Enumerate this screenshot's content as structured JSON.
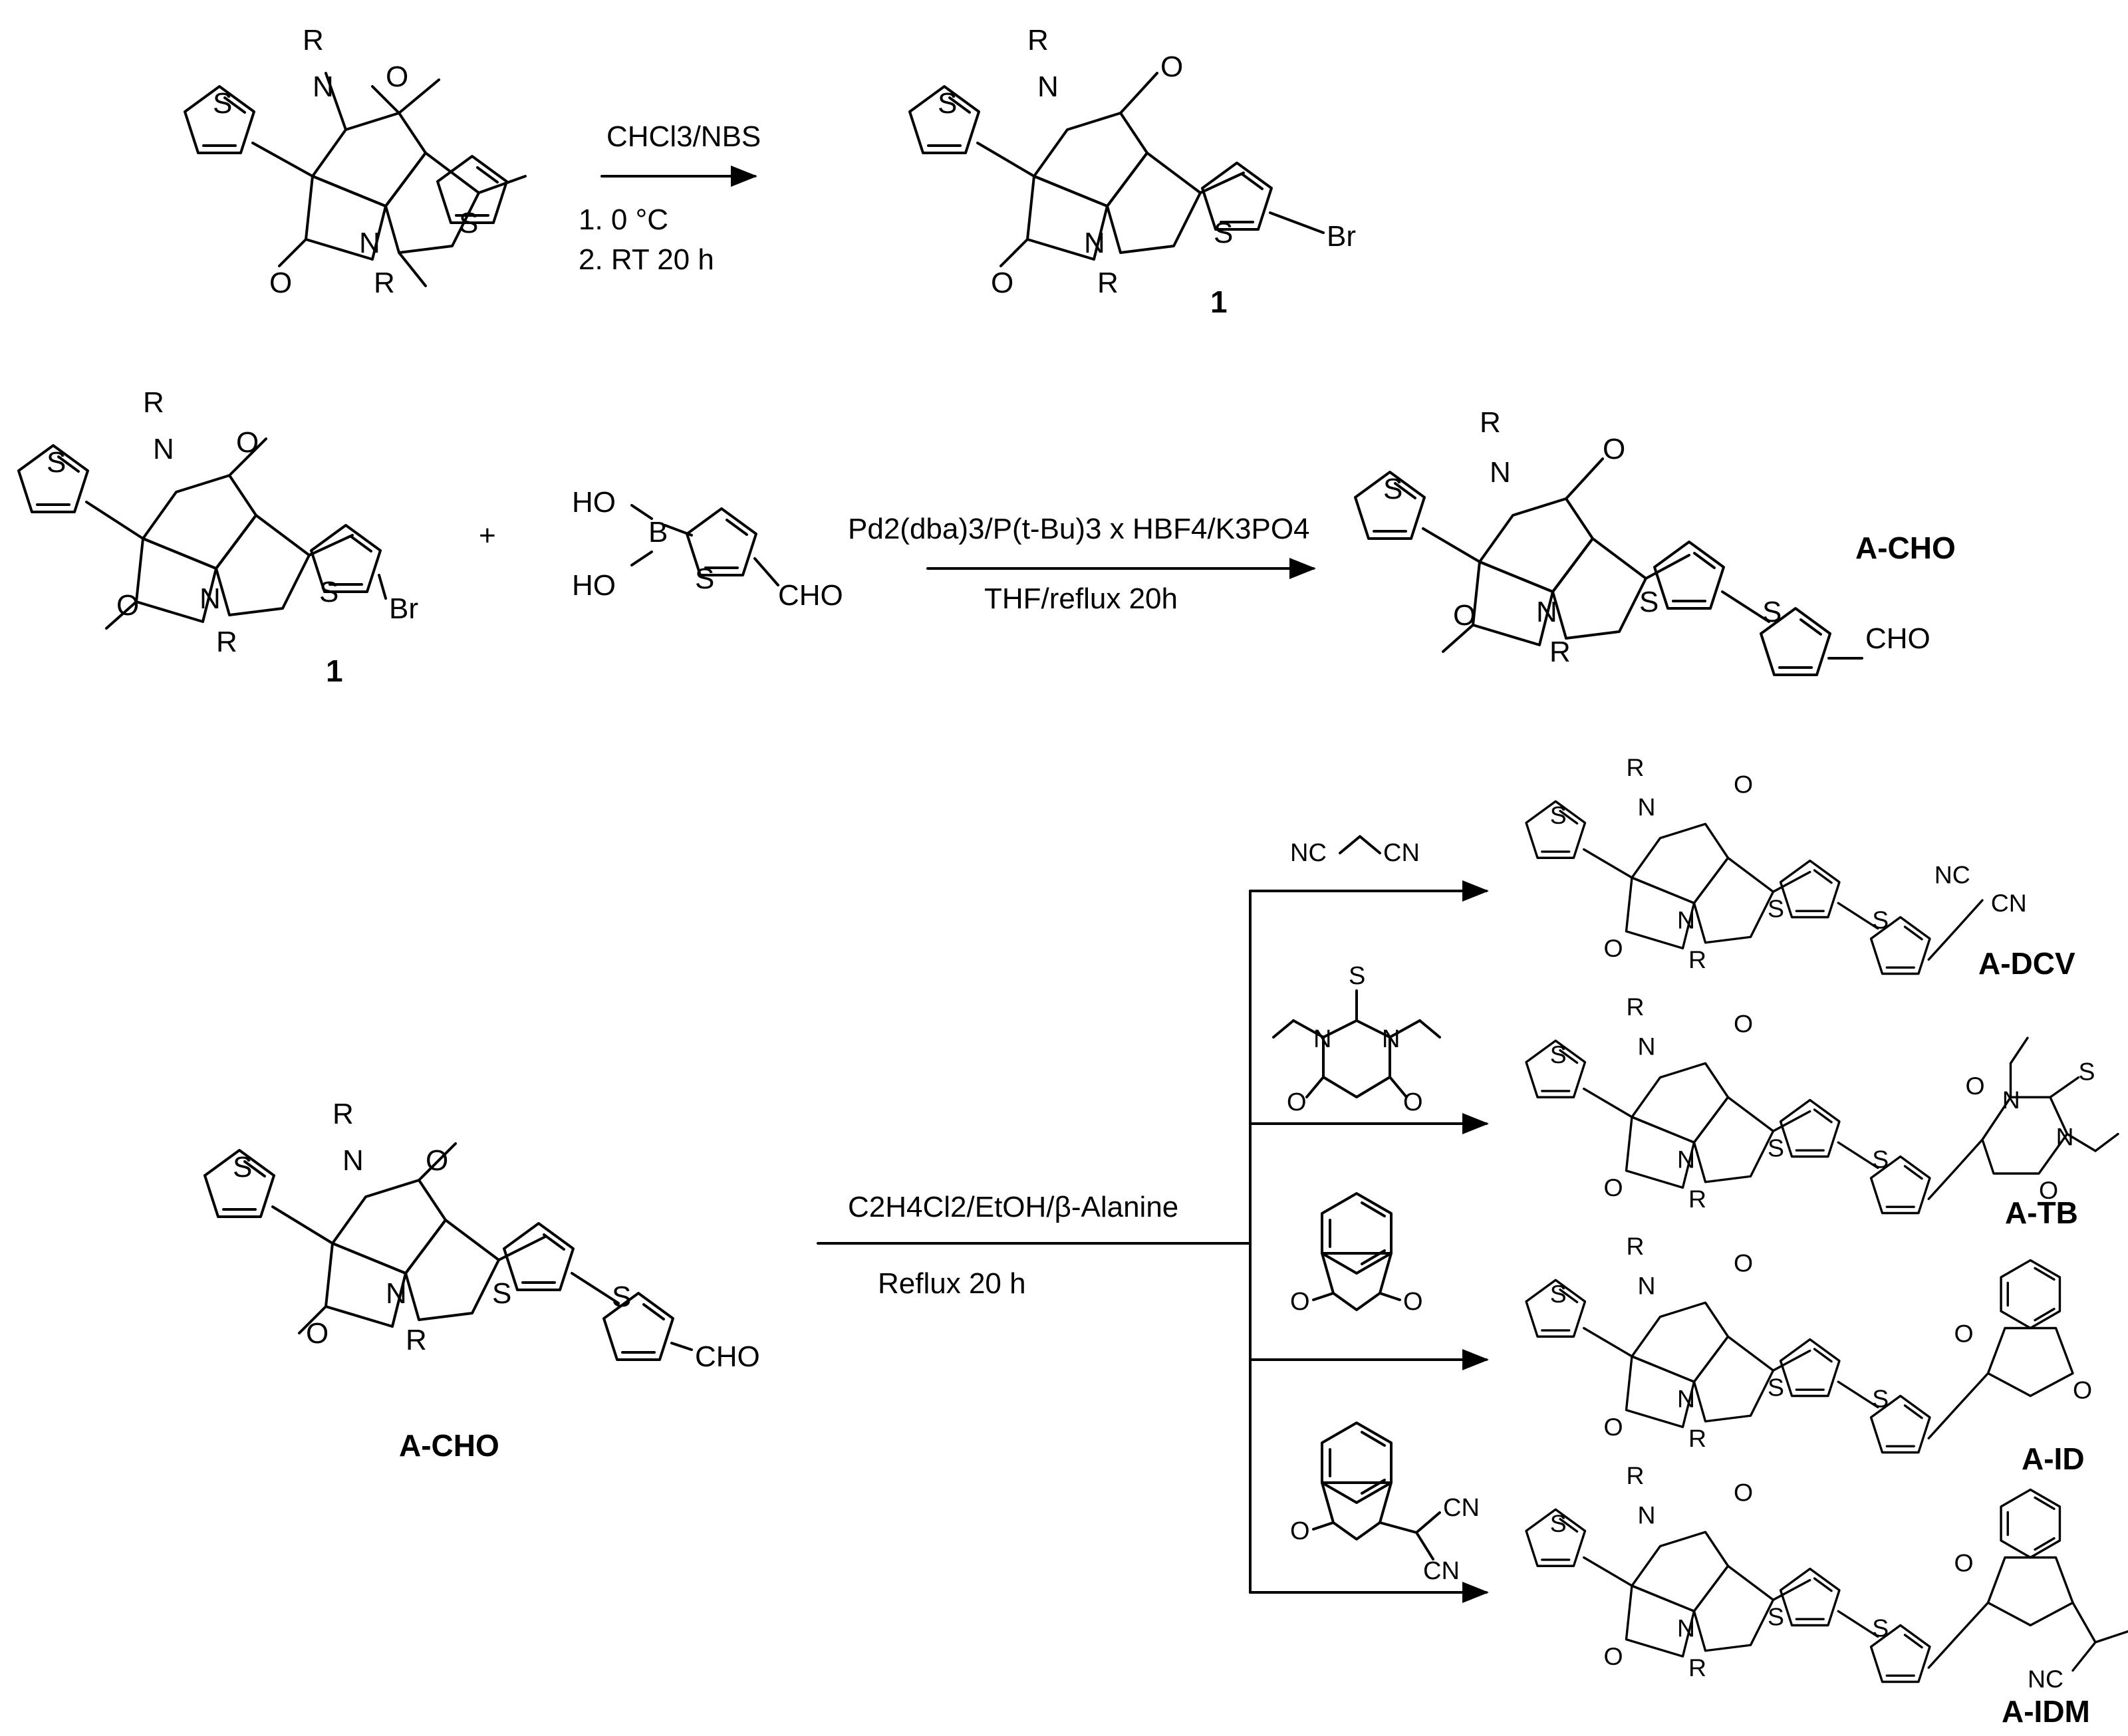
{
  "atoms": {
    "R": "R",
    "N": "N",
    "O": "O",
    "S": "S",
    "Br": "Br",
    "B": "B",
    "HO": "HO",
    "CHO": "CHO",
    "CN": "CN",
    "NC": "NC"
  },
  "step1": {
    "reagent": "CHCl3/NBS",
    "condition_1": "1. 0 °C",
    "condition_2": "2. RT 20 h",
    "product_label": "1"
  },
  "step2": {
    "plus": "+",
    "reagent_line": "Pd2(dba)3/P(t-Bu)3 x HBF4/K3PO4",
    "solvent_line": "THF/reflux 20h",
    "start_label": "1",
    "product_label": "A-CHO"
  },
  "step3": {
    "start_label": "A-CHO",
    "reagent_line": "C2H4Cl2/EtOH/β-Alanine",
    "condition_line": "Reflux 20 h",
    "products": [
      {
        "label": "A-DCV",
        "reagent": "malononitrile"
      },
      {
        "label": "A-TB",
        "reagent": "1,3-diethyl-2-thiobarbituric acid"
      },
      {
        "label": "A-ID",
        "reagent": "1,3-indandione"
      },
      {
        "label": "A-IDM",
        "reagent": "2-(3-oxo-indan-1-ylidene)malononitrile"
      }
    ]
  }
}
